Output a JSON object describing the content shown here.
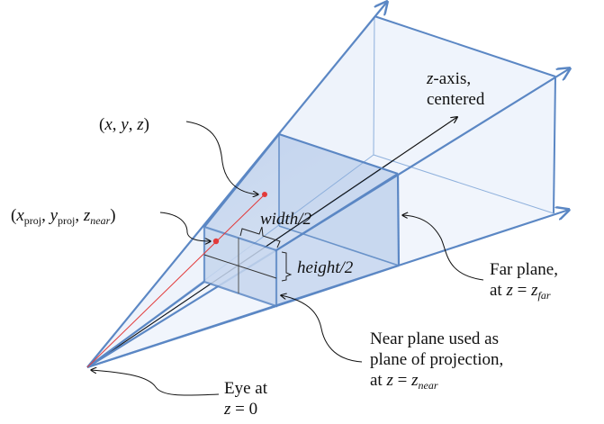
{
  "diagram": {
    "title": "Perspective projection viewing frustum",
    "colors": {
      "frustum_edge": "#5b87c4",
      "frustum_fill_light": "#eef3fb",
      "frustum_fill_dark": "#c3d3ec",
      "ray": "#e23a3a",
      "axis": "#111111"
    },
    "labels": {
      "point_3d": {
        "open": "(",
        "x": "x",
        "c1": ", ",
        "y": "y",
        "c2": ", ",
        "z": "z",
        "close": ")"
      },
      "point_proj": {
        "open": "(",
        "x": "x",
        "x_sub": "proj",
        "c1": ", ",
        "y": "y",
        "y_sub": "proj",
        "c2": ", ",
        "z": "z",
        "z_sub": "near",
        "close": ")"
      },
      "z_axis": {
        "line1_var": "z",
        "line1_rest": "-axis,",
        "line2": "centered"
      },
      "width_half": "width/2",
      "height_half": "height/2",
      "far_plane": {
        "line1": "Far plane,",
        "line2_prefix": "at ",
        "var": "z",
        "eq": " = ",
        "var2": "z",
        "sub": "far"
      },
      "near_plane": {
        "line1": "Near plane used as",
        "line2": "plane of projection,",
        "line3_prefix": "at ",
        "var": "z",
        "eq": " = ",
        "var2": "z",
        "sub": "near"
      },
      "eye": {
        "line1": "Eye at",
        "line2_var": "z",
        "line2_rest": " = 0"
      }
    }
  }
}
